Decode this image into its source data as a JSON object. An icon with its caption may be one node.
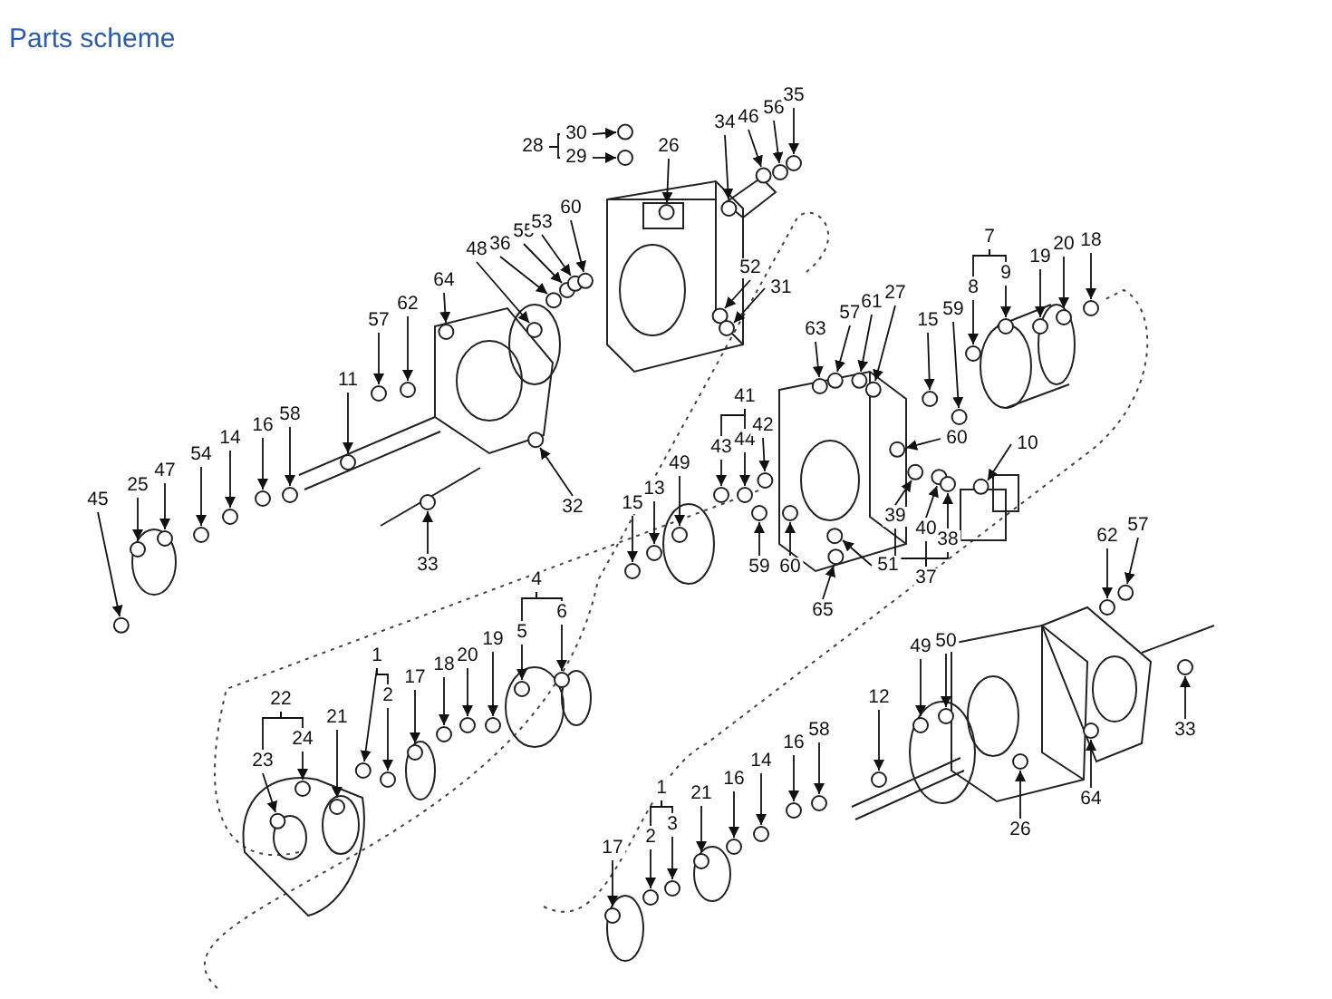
{
  "diagram": {
    "title": "Parts scheme",
    "nodes": [
      {
        "text": [
          "28"
        ]
      },
      {
        "text": [
          "30"
        ]
      },
      {
        "text": [
          "29"
        ]
      },
      {
        "text": [
          "26"
        ]
      },
      {
        "text": [
          "34"
        ]
      },
      {
        "text": [
          "46"
        ]
      },
      {
        "text": [
          "56"
        ]
      },
      {
        "text": [
          "35"
        ]
      },
      {
        "text": [
          "48"
        ]
      },
      {
        "text": [
          "36"
        ]
      },
      {
        "text": [
          "55"
        ]
      },
      {
        "text": [
          "53"
        ]
      },
      {
        "text": [
          "60"
        ]
      },
      {
        "text": [
          "52"
        ]
      },
      {
        "text": [
          "31"
        ]
      },
      {
        "text": [
          "64"
        ]
      },
      {
        "text": [
          "62"
        ]
      },
      {
        "text": [
          "57"
        ]
      },
      {
        "text": [
          "11"
        ]
      },
      {
        "text": [
          "58"
        ]
      },
      {
        "text": [
          "16"
        ]
      },
      {
        "text": [
          "14"
        ]
      },
      {
        "text": [
          "54"
        ]
      },
      {
        "text": [
          "47"
        ]
      },
      {
        "text": [
          "25"
        ]
      },
      {
        "text": [
          "45"
        ]
      },
      {
        "text": [
          "33"
        ]
      },
      {
        "text": [
          "32"
        ]
      },
      {
        "text": [
          "63"
        ]
      },
      {
        "text": [
          "57"
        ]
      },
      {
        "text": [
          "61"
        ]
      },
      {
        "text": [
          "27"
        ]
      },
      {
        "text": [
          "15"
        ]
      },
      {
        "text": [
          "59"
        ]
      },
      {
        "text": [
          "7"
        ]
      },
      {
        "text": [
          "8"
        ]
      },
      {
        "text": [
          "9"
        ]
      },
      {
        "text": [
          "19"
        ]
      },
      {
        "text": [
          "20"
        ]
      },
      {
        "text": [
          "18"
        ]
      },
      {
        "text": [
          "41"
        ]
      },
      {
        "text": [
          "43"
        ]
      },
      {
        "text": [
          "44"
        ]
      },
      {
        "text": [
          "42"
        ]
      },
      {
        "text": [
          "60"
        ]
      },
      {
        "text": [
          "10"
        ]
      },
      {
        "text": [
          "15"
        ]
      },
      {
        "text": [
          "13"
        ]
      },
      {
        "text": [
          "49"
        ]
      },
      {
        "text": [
          "59"
        ]
      },
      {
        "text": [
          "60"
        ]
      },
      {
        "text": [
          "51"
        ]
      },
      {
        "text": [
          "65"
        ]
      },
      {
        "text": [
          "37"
        ]
      },
      {
        "text": [
          "39"
        ]
      },
      {
        "text": [
          "40"
        ]
      },
      {
        "text": [
          "38"
        ]
      },
      {
        "text": [
          "62"
        ]
      },
      {
        "text": [
          "57"
        ]
      },
      {
        "text": [
          "49"
        ]
      },
      {
        "text": [
          "50"
        ]
      },
      {
        "text": [
          "12"
        ]
      },
      {
        "text": [
          "33"
        ]
      },
      {
        "text": [
          "64"
        ]
      },
      {
        "text": [
          "26"
        ]
      },
      {
        "text": [
          "58"
        ]
      },
      {
        "text": [
          "16"
        ]
      },
      {
        "text": [
          "14"
        ]
      },
      {
        "text": [
          "16"
        ]
      },
      {
        "text": [
          "21"
        ]
      },
      {
        "text": [
          "1"
        ]
      },
      {
        "text": [
          "2"
        ]
      },
      {
        "text": [
          "3"
        ]
      },
      {
        "text": [
          "17"
        ]
      },
      {
        "text": [
          "4"
        ]
      },
      {
        "text": [
          "5"
        ]
      },
      {
        "text": [
          "6"
        ]
      },
      {
        "text": [
          "19"
        ]
      },
      {
        "text": [
          "20"
        ]
      },
      {
        "text": [
          "18"
        ]
      },
      {
        "text": [
          "17"
        ]
      },
      {
        "text": [
          "1"
        ]
      },
      {
        "text": [
          "2"
        ]
      },
      {
        "text": [
          "21"
        ]
      },
      {
        "text": [
          "22"
        ]
      },
      {
        "text": [
          "24"
        ]
      },
      {
        "text": [
          "23"
        ]
      },
      {
        "text": [],
        "shape": "circle"
      },
      {
        "text": [],
        "shape": "circle"
      },
      {
        "text": [],
        "shape": "circle"
      },
      {
        "text": [],
        "shape": "circle"
      },
      {
        "text": [],
        "shape": "circle"
      },
      {
        "text": [],
        "shape": "circle"
      },
      {
        "text": [],
        "shape": "circle"
      },
      {
        "text": [],
        "shape": "circle"
      },
      {
        "text": [],
        "shape": "circle"
      },
      {
        "text": [],
        "shape": "circle"
      },
      {
        "text": [],
        "shape": "circle"
      },
      {
        "text": [],
        "shape": "circle"
      },
      {
        "text": [],
        "shape": "circle"
      },
      {
        "text": [],
        "shape": "circle"
      },
      {
        "text": [],
        "shape": "circle"
      },
      {
        "text": [],
        "shape": "circle"
      },
      {
        "text": [],
        "shape": "circle"
      },
      {
        "text": [],
        "shape": "circle"
      },
      {
        "text": [],
        "shape": "circle"
      },
      {
        "text": [],
        "shape": "circle"
      },
      {
        "text": [],
        "shape": "circle"
      },
      {
        "text": [],
        "shape": "circle"
      },
      {
        "text": [],
        "shape": "circle"
      },
      {
        "text": [],
        "shape": "circle"
      },
      {
        "text": [],
        "shape": "circle"
      },
      {
        "text": [],
        "shape": "circle"
      },
      {
        "text": [],
        "shape": "circle"
      },
      {
        "text": [],
        "shape": "circle"
      },
      {
        "text": [],
        "shape": "circle"
      },
      {
        "text": [],
        "shape": "circle"
      },
      {
        "text": [],
        "shape": "circle"
      },
      {
        "text": [],
        "shape": "circle"
      },
      {
        "text": [],
        "shape": "circle"
      },
      {
        "text": [],
        "shape": "circle"
      },
      {
        "text": [],
        "shape": "circle"
      },
      {
        "text": [],
        "shape": "circle"
      },
      {
        "text": [],
        "shape": "circle"
      },
      {
        "text": [],
        "shape": "circle"
      },
      {
        "text": [],
        "shape": "circle"
      },
      {
        "text": [],
        "shape": "circle"
      },
      {
        "text": [],
        "shape": "circle"
      },
      {
        "text": [],
        "shape": "circle"
      },
      {
        "text": [],
        "shape": "circle"
      },
      {
        "text": [],
        "shape": "circle"
      },
      {
        "text": [],
        "shape": "circle"
      },
      {
        "text": [],
        "shape": "circle"
      },
      {
        "text": [],
        "shape": "circle"
      },
      {
        "text": [],
        "shape": "circle"
      },
      {
        "text": [],
        "shape": "circle"
      },
      {
        "text": [],
        "shape": "circle"
      },
      {
        "text": [],
        "shape": "circle"
      },
      {
        "text": [],
        "shape": "circle"
      },
      {
        "text": [],
        "shape": "circle"
      },
      {
        "text": [],
        "shape": "circle"
      },
      {
        "text": [],
        "shape": "circle"
      },
      {
        "text": [],
        "shape": "circle"
      },
      {
        "text": [],
        "shape": "circle"
      },
      {
        "text": [],
        "shape": "circle"
      },
      {
        "text": [],
        "shape": "circle"
      },
      {
        "text": [],
        "shape": "circle"
      },
      {
        "text": [],
        "shape": "circle"
      },
      {
        "text": [],
        "shape": "circle"
      },
      {
        "text": [],
        "shape": "circle"
      },
      {
        "text": [],
        "shape": "circle"
      },
      {
        "text": [],
        "shape": "circle"
      },
      {
        "text": [],
        "shape": "circle"
      },
      {
        "text": [],
        "shape": "circle"
      },
      {
        "text": [],
        "shape": "circle"
      },
      {
        "text": [],
        "shape": "circle"
      },
      {
        "text": [],
        "shape": "circle"
      },
      {
        "text": [],
        "shape": "circle"
      },
      {
        "text": [],
        "shape": "circle"
      },
      {
        "text": [],
        "shape": "circle"
      },
      {
        "text": [],
        "shape": "circle"
      },
      {
        "text": [],
        "shape": "circle"
      },
      {
        "text": [],
        "shape": "circle"
      },
      {
        "text": [],
        "shape": "circle"
      },
      {
        "text": [],
        "shape": "circle"
      },
      {
        "text": [],
        "shape": "circle"
      },
      {
        "text": [],
        "shape": "circle"
      }
    ],
    "edges": [
      {
        "from": 0,
        "to": 1,
        "arrow": "none"
      },
      {
        "from": 0,
        "to": 2,
        "arrow": "none"
      },
      {
        "from": 1,
        "to": 87,
        "arrow": "to"
      },
      {
        "from": 2,
        "to": 88,
        "arrow": "to"
      },
      {
        "from": 3,
        "to": 89,
        "arrow": "to"
      },
      {
        "from": 4,
        "to": 90,
        "arrow": "to"
      },
      {
        "from": 5,
        "to": 91,
        "arrow": "to"
      },
      {
        "from": 6,
        "to": 92,
        "arrow": "to"
      },
      {
        "from": 7,
        "to": 93,
        "arrow": "to"
      },
      {
        "from": 8,
        "to": 94,
        "arrow": "to"
      },
      {
        "from": 9,
        "to": 95,
        "arrow": "to"
      },
      {
        "from": 10,
        "to": 96,
        "arrow": "to"
      },
      {
        "from": 11,
        "to": 97,
        "arrow": "to"
      },
      {
        "from": 12,
        "to": 98,
        "arrow": "to"
      },
      {
        "from": 13,
        "to": 99,
        "arrow": "to"
      },
      {
        "from": 14,
        "to": 100,
        "arrow": "to"
      },
      {
        "from": 15,
        "to": 101,
        "arrow": "to"
      },
      {
        "from": 16,
        "to": 102,
        "arrow": "to"
      },
      {
        "from": 17,
        "to": 103,
        "arrow": "to"
      },
      {
        "from": 18,
        "to": 104,
        "arrow": "to"
      },
      {
        "from": 19,
        "to": 105,
        "arrow": "to"
      },
      {
        "from": 20,
        "to": 106,
        "arrow": "to"
      },
      {
        "from": 21,
        "to": 107,
        "arrow": "to"
      },
      {
        "from": 22,
        "to": 108,
        "arrow": "to"
      },
      {
        "from": 23,
        "to": 109,
        "arrow": "to"
      },
      {
        "from": 24,
        "to": 110,
        "arrow": "to"
      },
      {
        "from": 25,
        "to": 111,
        "arrow": "to"
      },
      {
        "from": 26,
        "to": 112,
        "arrow": "to"
      },
      {
        "from": 27,
        "to": 113,
        "arrow": "to"
      },
      {
        "from": 28,
        "to": 114,
        "arrow": "to"
      },
      {
        "from": 29,
        "to": 115,
        "arrow": "to"
      },
      {
        "from": 30,
        "to": 116,
        "arrow": "to"
      },
      {
        "from": 31,
        "to": 117,
        "arrow": "to"
      },
      {
        "from": 32,
        "to": 118,
        "arrow": "to"
      },
      {
        "from": 33,
        "to": 119,
        "arrow": "to"
      },
      {
        "from": 34,
        "to": 35,
        "arrow": "none"
      },
      {
        "from": 34,
        "to": 36,
        "arrow": "none"
      },
      {
        "from": 35,
        "to": 120,
        "arrow": "to"
      },
      {
        "from": 36,
        "to": 121,
        "arrow": "to"
      },
      {
        "from": 37,
        "to": 122,
        "arrow": "to"
      },
      {
        "from": 38,
        "to": 123,
        "arrow": "to"
      },
      {
        "from": 39,
        "to": 124,
        "arrow": "to"
      },
      {
        "from": 40,
        "to": 41,
        "arrow": "none"
      },
      {
        "from": 40,
        "to": 42,
        "arrow": "none"
      },
      {
        "from": 41,
        "to": 125,
        "arrow": "to"
      },
      {
        "from": 42,
        "to": 126,
        "arrow": "to"
      },
      {
        "from": 43,
        "to": 127,
        "arrow": "to"
      },
      {
        "from": 44,
        "to": 128,
        "arrow": "to"
      },
      {
        "from": 45,
        "to": 129,
        "arrow": "to"
      },
      {
        "from": 46,
        "to": 130,
        "arrow": "to"
      },
      {
        "from": 47,
        "to": 131,
        "arrow": "to"
      },
      {
        "from": 48,
        "to": 132,
        "arrow": "to"
      },
      {
        "from": 49,
        "to": 133,
        "arrow": "to"
      },
      {
        "from": 50,
        "to": 134,
        "arrow": "to"
      },
      {
        "from": 51,
        "to": 135,
        "arrow": "to"
      },
      {
        "from": 52,
        "to": 136,
        "arrow": "to"
      },
      {
        "from": 53,
        "to": 54,
        "arrow": "none"
      },
      {
        "from": 53,
        "to": 55,
        "arrow": "none"
      },
      {
        "from": 53,
        "to": 56,
        "arrow": "none"
      },
      {
        "from": 54,
        "to": 137,
        "arrow": "to"
      },
      {
        "from": 55,
        "to": 138,
        "arrow": "to"
      },
      {
        "from": 56,
        "to": 139,
        "arrow": "to"
      },
      {
        "from": 57,
        "to": 140,
        "arrow": "to"
      },
      {
        "from": 58,
        "to": 141,
        "arrow": "to"
      },
      {
        "from": 59,
        "to": 142,
        "arrow": "to"
      },
      {
        "from": 60,
        "to": 143,
        "arrow": "to"
      },
      {
        "from": 61,
        "to": 144,
        "arrow": "to"
      },
      {
        "from": 62,
        "to": 145,
        "arrow": "to"
      },
      {
        "from": 63,
        "to": 146,
        "arrow": "to"
      },
      {
        "from": 64,
        "to": 147,
        "arrow": "to"
      },
      {
        "from": 65,
        "to": 148,
        "arrow": "to"
      },
      {
        "from": 66,
        "to": 149,
        "arrow": "to"
      },
      {
        "from": 67,
        "to": 150,
        "arrow": "to"
      },
      {
        "from": 68,
        "to": 151,
        "arrow": "to"
      },
      {
        "from": 69,
        "to": 152,
        "arrow": "to"
      },
      {
        "from": 70,
        "to": 71,
        "arrow": "none"
      },
      {
        "from": 70,
        "to": 72,
        "arrow": "none"
      },
      {
        "from": 71,
        "to": 153,
        "arrow": "to"
      },
      {
        "from": 72,
        "to": 154,
        "arrow": "to"
      },
      {
        "from": 73,
        "to": 155,
        "arrow": "to"
      },
      {
        "from": 74,
        "to": 75,
        "arrow": "none"
      },
      {
        "from": 74,
        "to": 76,
        "arrow": "none"
      },
      {
        "from": 75,
        "to": 156,
        "arrow": "to"
      },
      {
        "from": 76,
        "to": 157,
        "arrow": "to"
      },
      {
        "from": 77,
        "to": 158,
        "arrow": "to"
      },
      {
        "from": 78,
        "to": 159,
        "arrow": "to"
      },
      {
        "from": 79,
        "to": 160,
        "arrow": "to"
      },
      {
        "from": 80,
        "to": 161,
        "arrow": "to"
      },
      {
        "from": 81,
        "to": 162,
        "arrow": "to"
      },
      {
        "from": 81,
        "to": 82,
        "arrow": "none"
      },
      {
        "from": 82,
        "to": 163,
        "arrow": "to"
      },
      {
        "from": 83,
        "to": 164,
        "arrow": "to"
      },
      {
        "from": 84,
        "to": 86,
        "arrow": "none"
      },
      {
        "from": 84,
        "to": 85,
        "arrow": "none"
      },
      {
        "from": 85,
        "to": 165,
        "arrow": "to"
      },
      {
        "from": 86,
        "to": 166,
        "arrow": "to"
      }
    ]
  }
}
